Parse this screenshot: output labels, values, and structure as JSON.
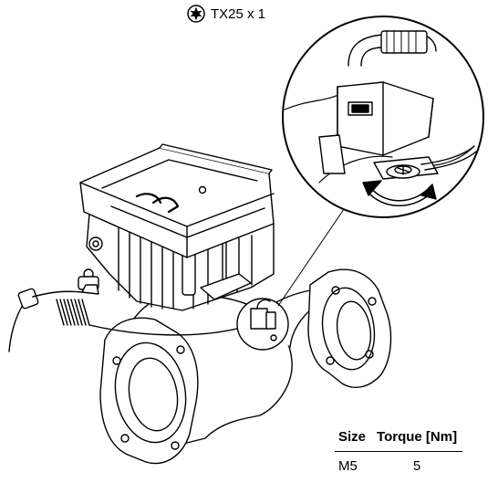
{
  "tool": {
    "label": "TX25 x 1",
    "icon": "torx-star-icon"
  },
  "torque_table": {
    "headers": [
      "Size",
      "Torque [Nm]"
    ],
    "rows": [
      [
        "M5",
        "5"
      ]
    ]
  }
}
